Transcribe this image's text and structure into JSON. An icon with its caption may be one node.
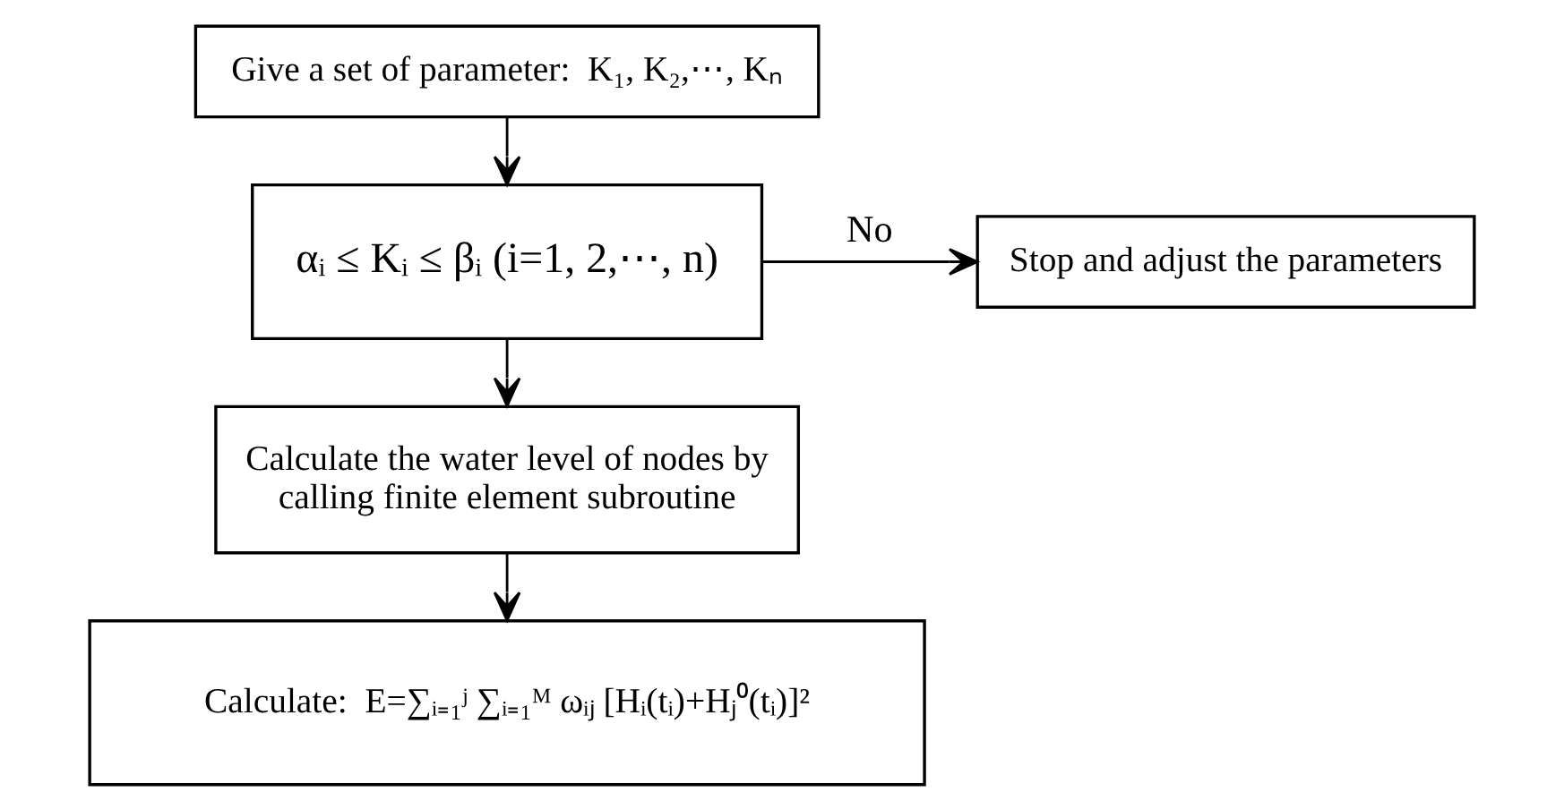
{
  "diagram": {
    "nodes": [
      {
        "text": [
          "Give a set of parameter:  K₁, K₂,⋯, Kₙ"
        ]
      },
      {
        "text": [
          "αᵢ ≤ Kᵢ ≤ βᵢ (i=1, 2,⋯, n)"
        ]
      },
      {
        "text": [
          "Stop and adjust the parameters"
        ]
      },
      {
        "text": [
          "Calculate the water level of nodes by calling finite element subroutine"
        ]
      },
      {
        "text": [
          "Calculate:  E=∑ᵢ₌₁ʲ ∑ᵢ₌₁ᴹ ωᵢⱼ [Hᵢ(tᵢ)+Hⱼ⁰(tᵢ)]²"
        ]
      }
    ],
    "edges": [
      {
        "from": 0,
        "to": 1,
        "arrow": "to"
      },
      {
        "from": 1,
        "to": 2,
        "arrow": "to",
        "label": "No"
      },
      {
        "from": 1,
        "to": 3,
        "arrow": "to"
      },
      {
        "from": 3,
        "to": 4,
        "arrow": "to"
      }
    ]
  }
}
